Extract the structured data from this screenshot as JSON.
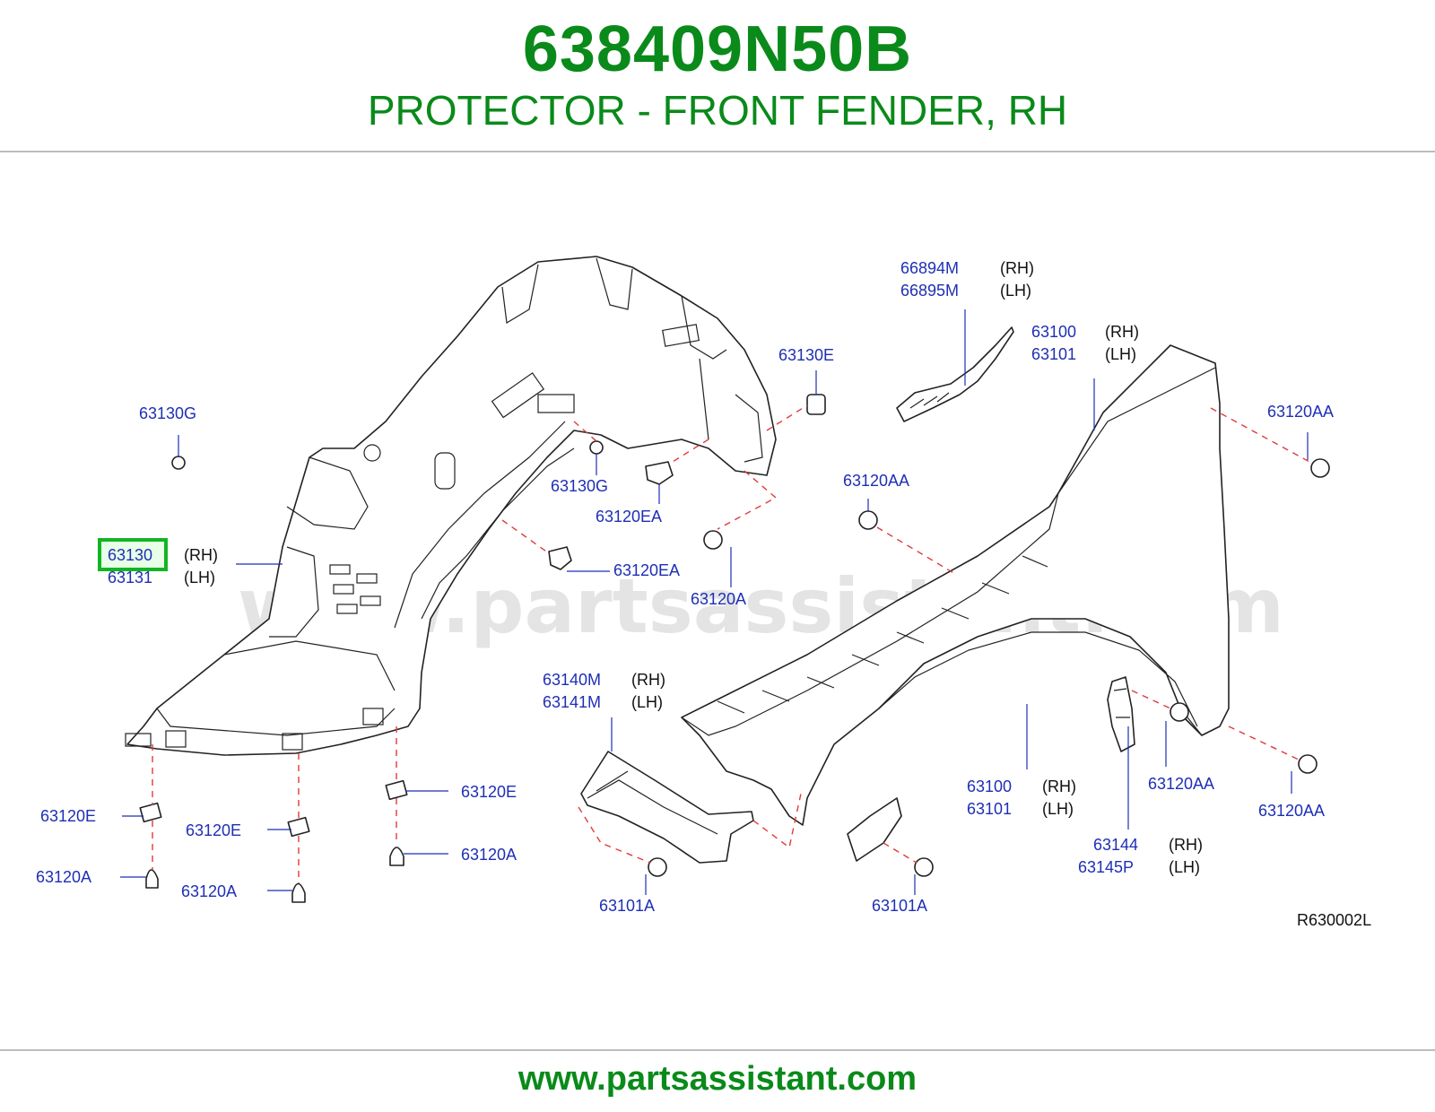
{
  "header": {
    "part_number": "638409N50B",
    "description": "PROTECTOR - FRONT FENDER, RH"
  },
  "footer": {
    "url": "www.partsassistant.com"
  },
  "diagram": {
    "watermark": "www.partsassistant.com",
    "code": "R630002L",
    "highlight_color": "#12b524",
    "label_color": "#1e2fb5",
    "labels": {
      "l66894M": "66894M",
      "s66894M": "(RH)",
      "l66895M": "66895M",
      "s66895M": "(LH)",
      "l63100a": "63100",
      "s63100a": "(RH)",
      "l63101a": "63101",
      "s63101a": "(LH)",
      "l63130E": "63130E",
      "l63130G1": "63130G",
      "l63130G2": "63130G",
      "l63120EA1": "63120EA",
      "l63120EA2": "63120EA",
      "l63120AA1": "63120AA",
      "l63120AA2": "63120AA",
      "l63120AA3": "63120AA",
      "l63120AA4": "63120AA",
      "l63130": "63130",
      "s63130": "(RH)",
      "l63131": "63131",
      "s63131": "(LH)",
      "l63120A1": "63120A",
      "l63120A2": "63120A",
      "l63120A3": "63120A",
      "l63120A4": "63120A",
      "l63140M": "63140M",
      "s63140M": "(RH)",
      "l63141M": "63141M",
      "s63141M": "(LH)",
      "l63100b": "63100",
      "s63100b": "(RH)",
      "l63101b": "63101",
      "s63101b": "(LH)",
      "l63144": "63144",
      "s63144": "(RH)",
      "l63145P": "63145P",
      "s63145P": "(LH)",
      "l63120E1": "63120E",
      "l63120E2": "63120E",
      "l63120E3": "63120E",
      "l63101A1": "63101A",
      "l63101A2": "63101A"
    }
  }
}
